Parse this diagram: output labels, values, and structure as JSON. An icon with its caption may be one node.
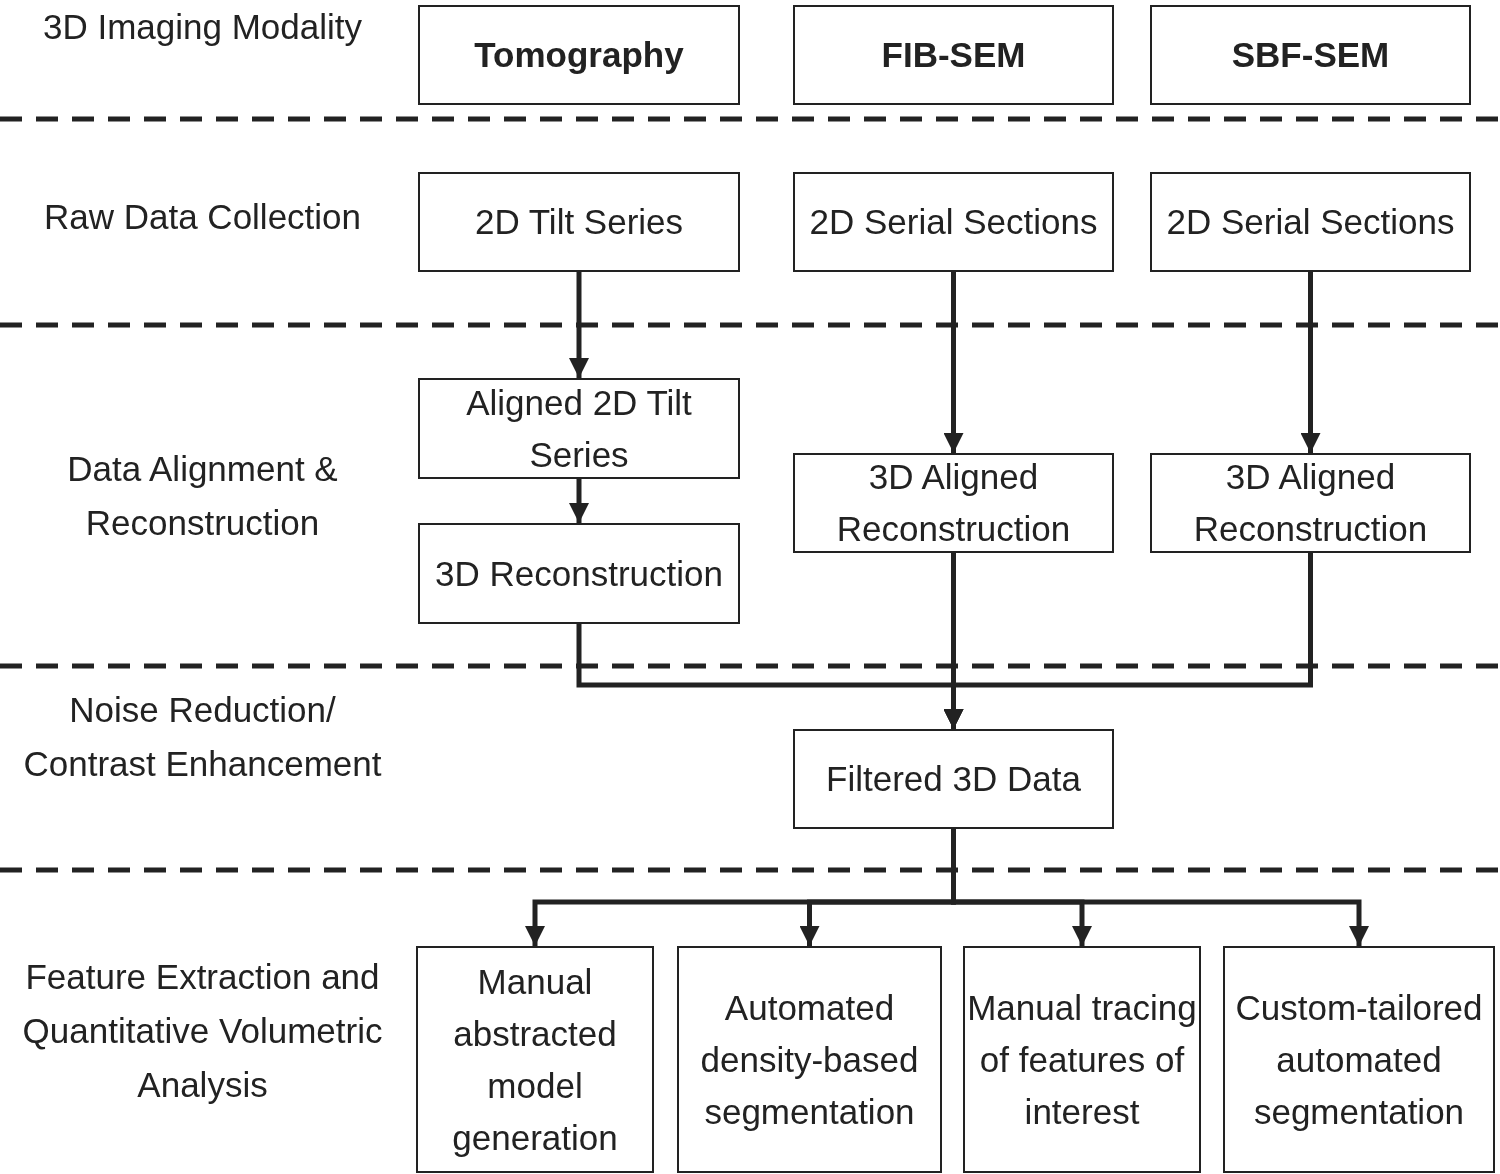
{
  "diagram": {
    "nodes": [
      {
        "text": [
          "Tomography"
        ]
      },
      {
        "text": [
          "FIB-SEM"
        ]
      },
      {
        "text": [
          "SBF-SEM"
        ]
      },
      {
        "text": [
          "2D Tilt Series"
        ]
      },
      {
        "text": [
          "2D Serial Sections"
        ]
      },
      {
        "text": [
          "2D Serial Sections"
        ]
      },
      {
        "text": [
          "Aligned 2D Tilt Series"
        ]
      },
      {
        "text": [
          "3D Reconstruction"
        ]
      },
      {
        "text": [
          "3D Aligned Reconstruction"
        ]
      },
      {
        "text": [
          "3D Aligned Reconstruction"
        ]
      },
      {
        "text": [
          "Filtered 3D Data"
        ]
      },
      {
        "text": [
          "Manual abstracted model generation"
        ]
      },
      {
        "text": [
          "Automated density-based segmentation"
        ]
      },
      {
        "text": [
          "Manual tracing of features of interest"
        ]
      },
      {
        "text": [
          "Custom-tailored automated segmentation"
        ]
      }
    ],
    "edges": [
      {
        "from": 3,
        "to": 6,
        "arrow": "to"
      },
      {
        "from": 6,
        "to": 7,
        "arrow": "to"
      },
      {
        "from": 4,
        "to": 8,
        "arrow": "to"
      },
      {
        "from": 5,
        "to": 9,
        "arrow": "to"
      },
      {
        "from": 7,
        "to": 10,
        "arrow": "to"
      },
      {
        "from": 8,
        "to": 10,
        "arrow": "to"
      },
      {
        "from": 9,
        "to": 10,
        "arrow": "to"
      },
      {
        "from": 10,
        "to": 11,
        "arrow": "to"
      },
      {
        "from": 10,
        "to": 12,
        "arrow": "to"
      },
      {
        "from": 10,
        "to": 13,
        "arrow": "to"
      },
      {
        "from": 10,
        "to": 14,
        "arrow": "to"
      }
    ],
    "labels": [
      "3D Imaging Modality",
      "Raw Data Collection",
      "Data Alignment & Reconstruction",
      "Noise Reduction/ Contrast Enhancement",
      "Feature Extraction and Quantitative Volumetric Analysis"
    ]
  }
}
